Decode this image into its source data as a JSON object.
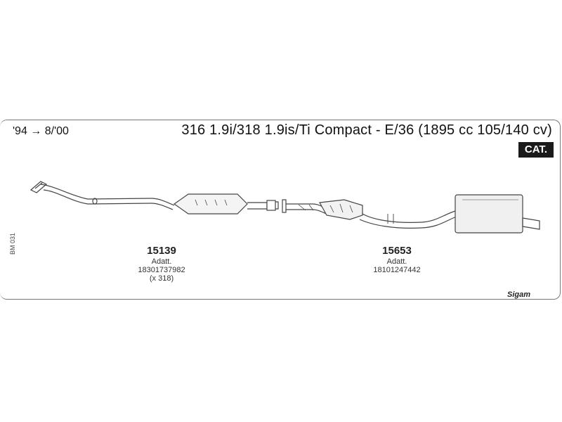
{
  "header": {
    "years": "'94 → 8/'00",
    "model": "316 1.9i/318 1.9is/Ti Compact - E/36 (1895 cc 105/140 cv)",
    "cat_badge": "CAT."
  },
  "diagram_code": "BM 031",
  "parts": [
    {
      "number": "15139",
      "line1": "Adatt.",
      "line2": "18301737982",
      "line3": "(x 318)"
    },
    {
      "number": "15653",
      "line1": "Adatt.",
      "line2": "18101247442"
    }
  ],
  "brand": "Sigam"
}
